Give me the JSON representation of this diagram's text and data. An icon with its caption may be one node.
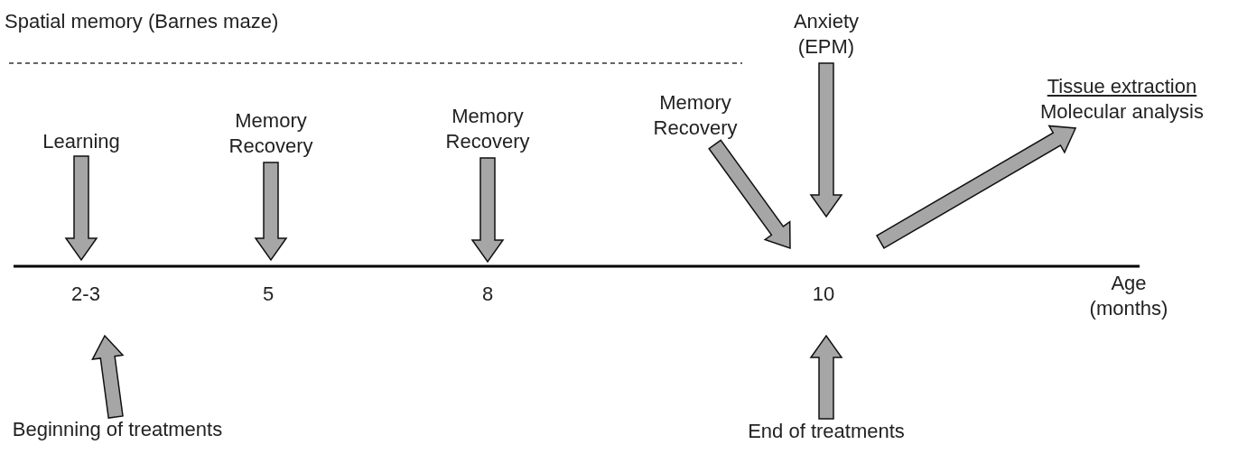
{
  "diagram": {
    "nodes": [
      {
        "text": [
          "Learning"
        ]
      },
      {
        "text": [
          "Memory Recovery"
        ]
      },
      {
        "text": [
          "Memory Recovery"
        ]
      },
      {
        "text": [
          "Memory Recovery"
        ]
      },
      {
        "text": [
          "Anxiety (EPM)"
        ]
      },
      {
        "text": [
          "Tissue extraction",
          "Molecular analysis"
        ]
      },
      {
        "text": [
          "Beginning of treatments"
        ]
      },
      {
        "text": [
          "End of treatments"
        ]
      }
    ],
    "edges": [
      {
        "from": 0,
        "to": null,
        "arrow": "to"
      },
      {
        "from": 1,
        "to": null,
        "arrow": "to"
      },
      {
        "from": 2,
        "to": null,
        "arrow": "to"
      },
      {
        "from": 3,
        "to": null,
        "arrow": "to"
      },
      {
        "from": 4,
        "to": null,
        "arrow": "to"
      },
      {
        "from": null,
        "to": 5,
        "arrow": "to"
      },
      {
        "from": 6,
        "to": null,
        "arrow": "to"
      },
      {
        "from": 7,
        "to": null,
        "arrow": "to"
      }
    ],
    "labels": [
      "Spatial memory (Barnes maze)",
      "2-3",
      "5",
      "8",
      "10",
      "Age (months)"
    ]
  }
}
